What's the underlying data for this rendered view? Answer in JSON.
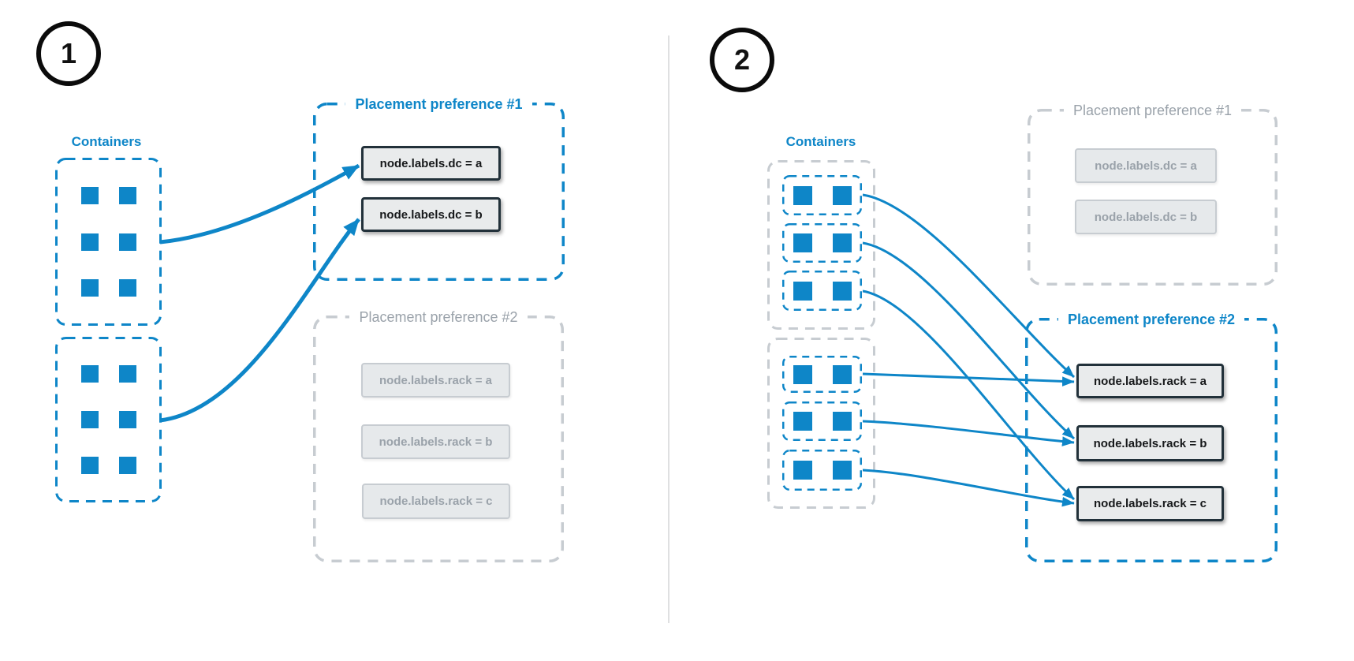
{
  "colors": {
    "blue": "#0e86c8",
    "grayBorder": "#c7ccd1",
    "grayText": "#9aa2aa",
    "grayFill": "#e6e9eb",
    "activeFill": "#e9ebec",
    "activeBorder": "#22313a",
    "activeText": "#16181a",
    "divider": "#dfe0e1",
    "circleBorder": "#0b0b0b"
  },
  "panel1": {
    "step": "1",
    "containers_label": "Containers",
    "pref1": {
      "title": "Placement preference #1",
      "state": "active",
      "items": [
        "node.labels.dc = a",
        "node.labels.dc = b"
      ]
    },
    "pref2": {
      "title": "Placement preference #2",
      "state": "inactive",
      "items": [
        "node.labels.rack = a",
        "node.labels.rack = b",
        "node.labels.rack = c"
      ]
    }
  },
  "panel2": {
    "step": "2",
    "containers_label": "Containers",
    "pref1": {
      "title": "Placement preference #1",
      "state": "inactive",
      "items": [
        "node.labels.dc = a",
        "node.labels.dc = b"
      ]
    },
    "pref2": {
      "title": "Placement preference #2",
      "state": "active",
      "items": [
        "node.labels.rack = a",
        "node.labels.rack = b",
        "node.labels.rack = c"
      ]
    }
  }
}
